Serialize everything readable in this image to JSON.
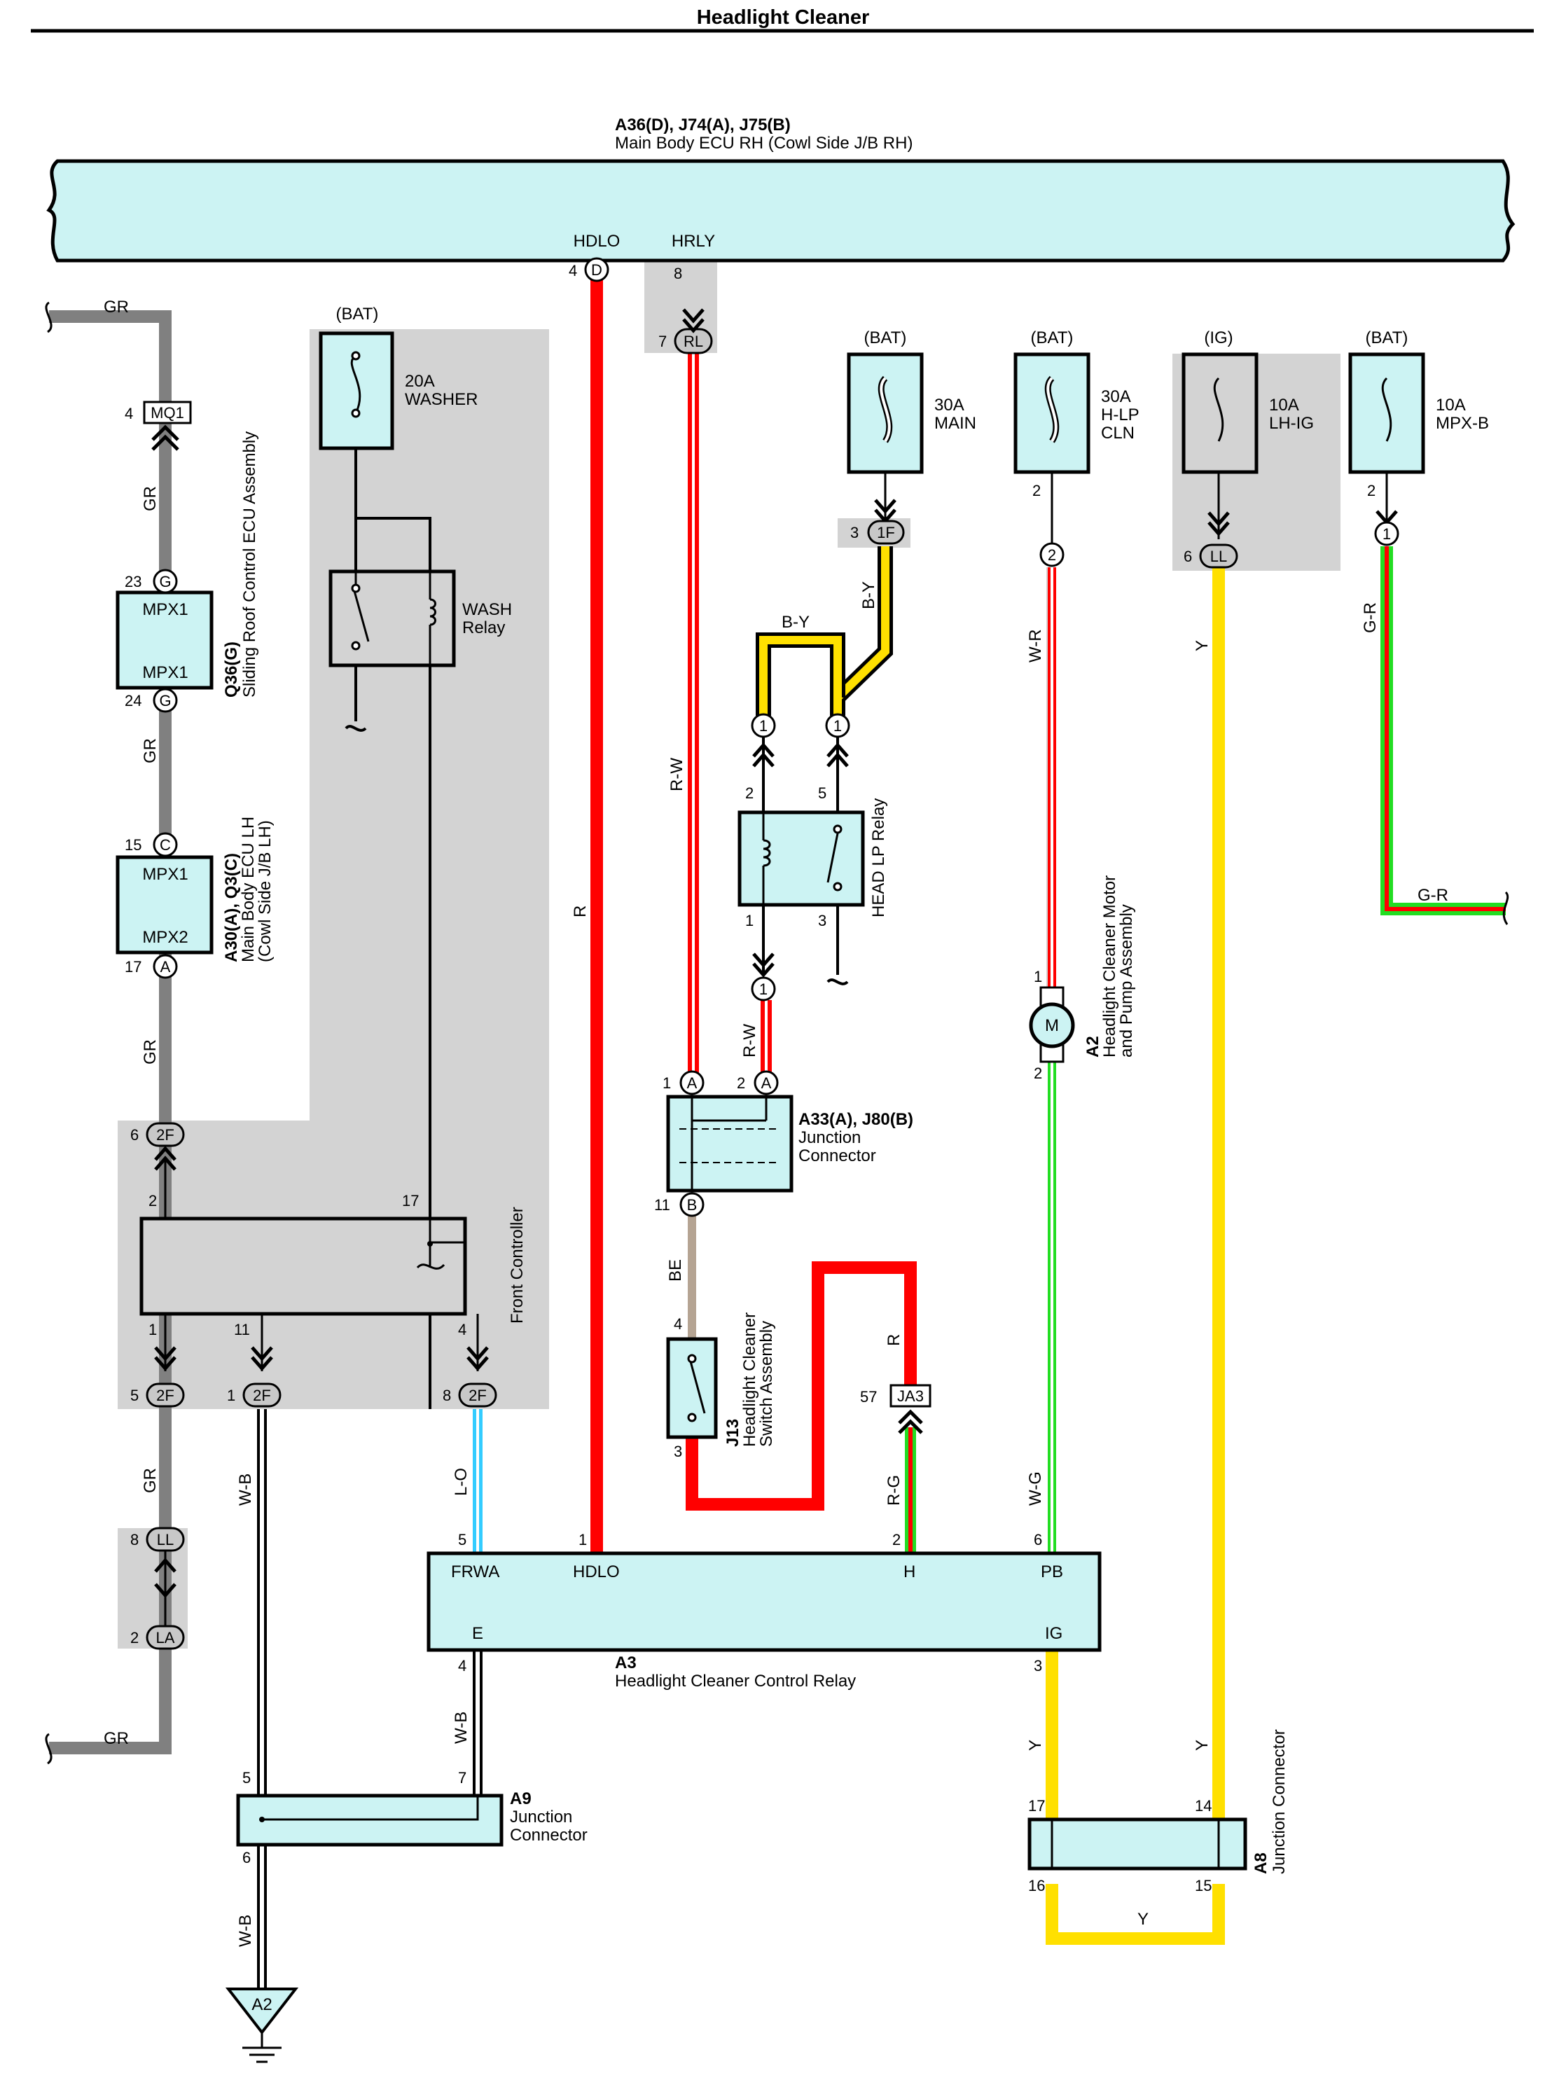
{
  "title": "Headlight Cleaner",
  "ecu": {
    "id": "A36(D), J74(A), J75(B)",
    "name": "Main Body ECU RH (Cowl Side J/B RH)",
    "term_hdlo": "HDLO",
    "term_hrly": "HRLY"
  },
  "fuses": [
    {
      "src": "(BAT)",
      "amp": "20A",
      "name": "WASHER"
    },
    {
      "src": "(BAT)",
      "amp": "30A",
      "name": "MAIN"
    },
    {
      "src": "(BAT)",
      "amp": "30A",
      "name1": "H-LP",
      "name2": "CLN"
    },
    {
      "src": "(IG)",
      "amp": "10A",
      "name": "LH-IG"
    },
    {
      "src": "(BAT)",
      "amp": "10A",
      "name": "MPX-B"
    }
  ],
  "relays": {
    "wash": [
      "WASH",
      "Relay"
    ],
    "head_lp": "HEAD LP Relay"
  },
  "components": {
    "q36": {
      "id": "Q36(G)",
      "name": "Sliding Roof Control ECU Assembly",
      "t1": "MPX1",
      "t2": "MPX1"
    },
    "a30": {
      "id": "A30(A), Q3(C)",
      "name1": "Main Body ECU LH",
      "name2": "(Cowl Side J/B LH)",
      "t1": "MPX1",
      "t2": "MPX2"
    },
    "front": "Front Controller",
    "a33": {
      "id": "A33(A), J80(B)",
      "name1": "Junction",
      "name2": "Connector"
    },
    "j13": {
      "id": "J13",
      "name1": "Headlight Cleaner",
      "name2": "Switch Assembly"
    },
    "a2": {
      "id": "A2",
      "name1": "Headlight Cleaner Motor",
      "name2": "and Pump Assembly",
      "motor": "M"
    },
    "a3": {
      "id": "A3",
      "name": "Headlight Cleaner Control Relay",
      "frwa": "FRWA",
      "hdlo": "HDLO",
      "h": "H",
      "pb": "PB",
      "e": "E",
      "ig": "IG"
    },
    "a9": {
      "id": "A9",
      "name1": "Junction",
      "name2": "Connector"
    },
    "a8": {
      "id": "A8",
      "name": "Junction Connector"
    },
    "ground": "A2"
  },
  "wires": {
    "gr": "GR",
    "r": "R",
    "rw": "R-W",
    "by": "B-Y",
    "wr": "W-R",
    "y": "Y",
    "gr2": "G-R",
    "be": "BE",
    "wb": "W-B",
    "lo": "L-O",
    "rg": "R-G",
    "wg": "W-G"
  },
  "colors": {
    "body": "#ccf3f3",
    "gray": "#d3d3d3",
    "red": "#ff0000",
    "yellow": "#ffe000",
    "green": "#22dd22",
    "cyan": "#33ccff",
    "wire_gray": "#808080",
    "tan": "#b5a493"
  }
}
